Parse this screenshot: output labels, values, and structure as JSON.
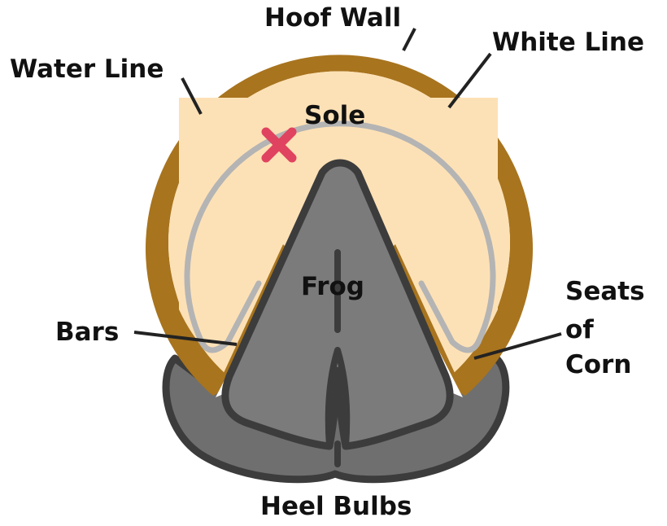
{
  "labels": {
    "hoof_wall": "Hoof Wall",
    "white_line": "White Line",
    "water_line": "Water Line",
    "sole": "Sole",
    "frog": "Frog",
    "bars": "Bars",
    "seats_of_corn": [
      "Seats",
      "of",
      "Corn"
    ],
    "heel_bulbs": "Heel Bulbs"
  },
  "colors": {
    "hoof_wall": "#a8741e",
    "sole": "#fde1b6",
    "water_line": "#b4b4b4",
    "frog": "#7b7b7b",
    "heel": "#6f6f6f",
    "outline": "#3c3c3c",
    "marker": "#e0435f",
    "leader": "#222222",
    "text": "#111111"
  },
  "marker": {
    "icon": "x-mark-icon"
  }
}
